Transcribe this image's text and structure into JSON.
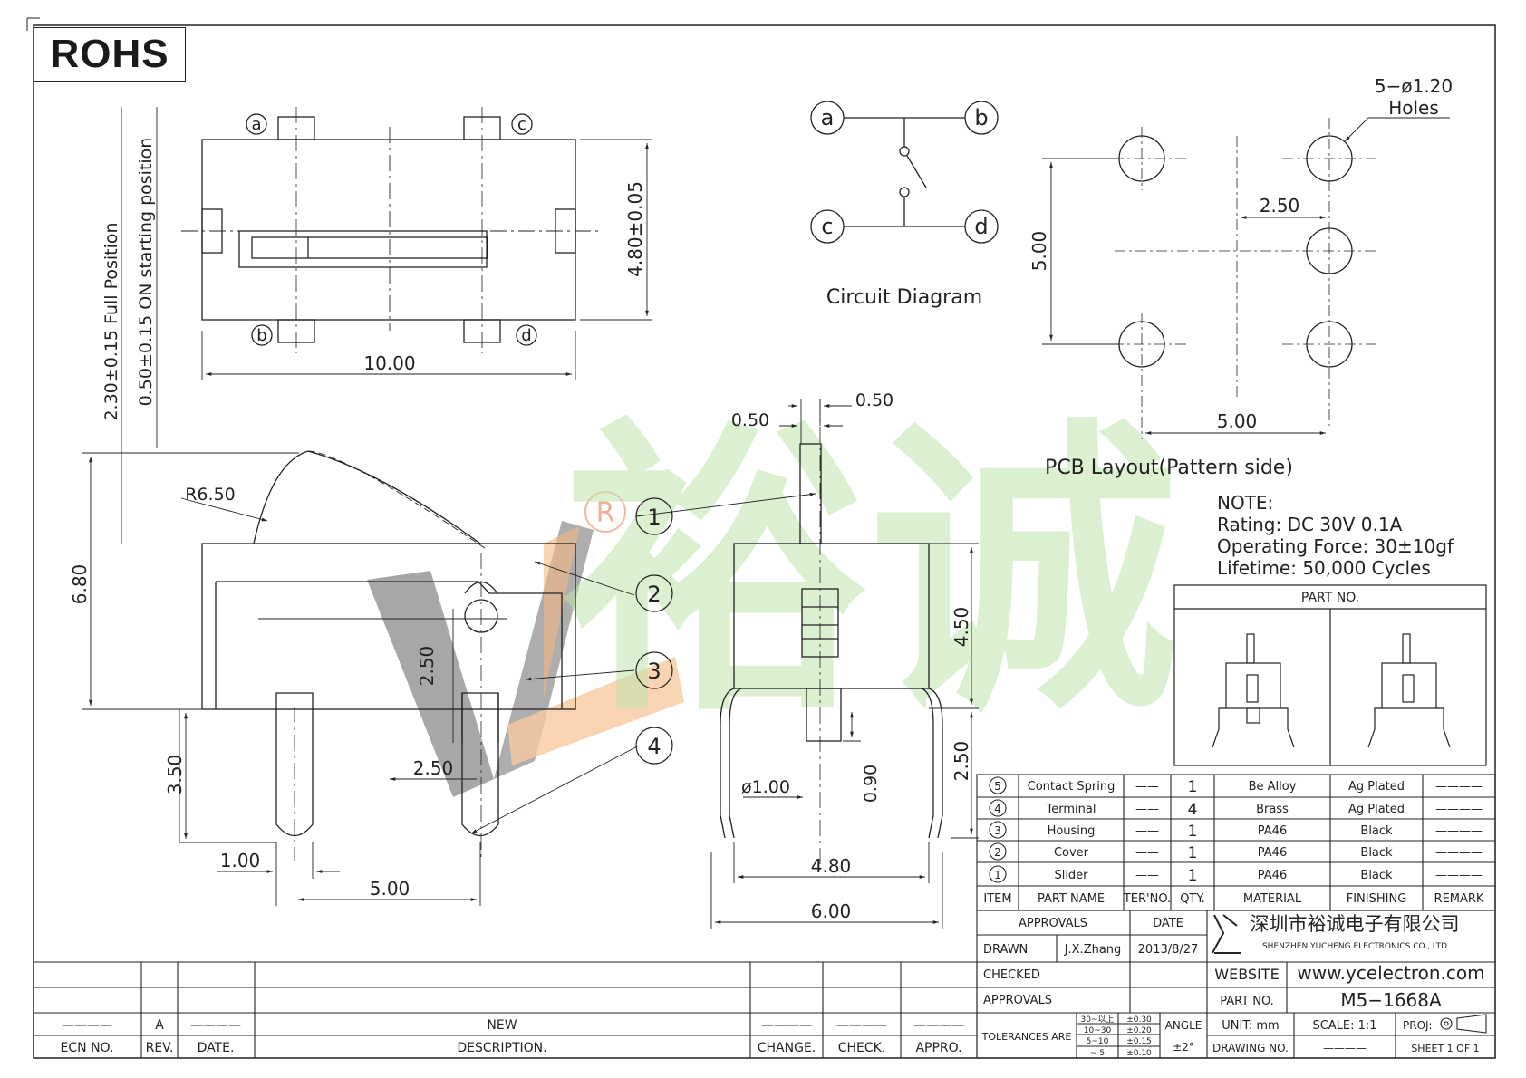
{
  "rohs": "ROHS",
  "views": {
    "top": {
      "pins": [
        "a",
        "b",
        "c",
        "d"
      ],
      "width_dim": "10.00",
      "height_dim": "4.80±0.05"
    },
    "vertical_dims": {
      "full_position": "2.30±0.15  Full  Position",
      "on_start": "0.50±0.15  ON  starting  position"
    },
    "front": {
      "radius": "R6.50",
      "height": "6.80",
      "pin_len": "3.50",
      "slider_dim": "2.50",
      "pin_pitch_half": "2.50",
      "pin_width": "1.00",
      "pin_pitch": "5.00"
    },
    "side": {
      "top_left": "0.50",
      "top_right": "0.50",
      "body_h": "4.50",
      "pin_dia": "ø1.00",
      "dim_090": "0.90",
      "dim_250": "2.50",
      "inner_w": "4.80",
      "outer_w": "6.00"
    },
    "callouts": [
      "1",
      "2",
      "3",
      "4"
    ]
  },
  "circuit": {
    "nodes": [
      "a",
      "b",
      "c",
      "d"
    ],
    "label": "Circuit  Diagram"
  },
  "pcb": {
    "holes": "5−ø1.20",
    "holes_label": "Holes",
    "dim_250": "2.50",
    "dim_500v": "5.00",
    "dim_500h": "5.00",
    "label": "PCB  Layout(Pattern  side)"
  },
  "notes": {
    "title": "NOTE:",
    "lines": [
      "Rating:  DC  30V  0.1A",
      "Operating  Force:  30±10gf",
      "Lifetime:    50,000  Cycles"
    ]
  },
  "part_no_box": {
    "title": "PART  NO."
  },
  "watermark": {
    "text": "裕诚",
    "reg": "R"
  },
  "bom": {
    "rows": [
      {
        "item": "5",
        "name": "Contact  Spring",
        "ter": "——",
        "qty": "1",
        "material": "Be  Alloy",
        "finishing": "Ag  Plated",
        "remark": "————"
      },
      {
        "item": "4",
        "name": "Terminal",
        "ter": "——",
        "qty": "4",
        "material": "Brass",
        "finishing": "Ag  Plated",
        "remark": "————"
      },
      {
        "item": "3",
        "name": "Housing",
        "ter": "——",
        "qty": "1",
        "material": "PA46",
        "finishing": "Black",
        "remark": "————"
      },
      {
        "item": "2",
        "name": "Cover",
        "ter": "——",
        "qty": "1",
        "material": "PA46",
        "finishing": "Black",
        "remark": "————"
      },
      {
        "item": "1",
        "name": "Slider",
        "ter": "——",
        "qty": "1",
        "material": "PA46",
        "finishing": "Black",
        "remark": "————"
      }
    ],
    "headers": {
      "item": "ITEM",
      "name": "PART  NAME",
      "ter": "TER'NO.",
      "qty": "QTY.",
      "material": "MATERIAL",
      "finishing": "FINISHING",
      "remark": "REMARK"
    }
  },
  "title_block": {
    "approvals": "APPROVALS",
    "date": "DATE",
    "company_cn": "深圳市裕诚电子有限公司",
    "company_en": "SHENZHEN  YUCHENG  ELECTRONICS  CO., LTD",
    "drawn": "DRAWN",
    "drawn_by": "J.X.Zhang",
    "drawn_date": "2013/8/27",
    "checked": "CHECKED",
    "approvals2": "APPROVALS",
    "website_label": "WEBSITE",
    "website": "www.ycelectron.com",
    "part_no_label": "PART  NO.",
    "part_no": "M5−1668A",
    "tol_label": "TOLERANCES  ARE",
    "tol_ranges": [
      "30~以上",
      "10~30",
      "5~10",
      "~ 5"
    ],
    "tol_values": [
      "±0.30",
      "±0.20",
      "±0.15",
      "±0.10"
    ],
    "angle": "ANGLE",
    "angle_val": "±2°",
    "unit": "UNIT:  mm",
    "scale": "SCALE:    1:1",
    "proj": "PROJ:",
    "drawing_no": "DRAWING  NO.",
    "drawing_no_val": "————",
    "sheet": "SHEET    1  OF  1"
  },
  "revision": {
    "row": {
      "ecn": "————",
      "rev": "A",
      "date": "————",
      "desc": "NEW",
      "change": "————",
      "check": "————",
      "appro": "————"
    },
    "headers": {
      "ecn": "ECN  NO.",
      "rev": "REV.",
      "date": "DATE.",
      "desc": "DESCRIPTION.",
      "change": "CHANGE.",
      "check": "CHECK.",
      "appro": "APPRO."
    }
  }
}
